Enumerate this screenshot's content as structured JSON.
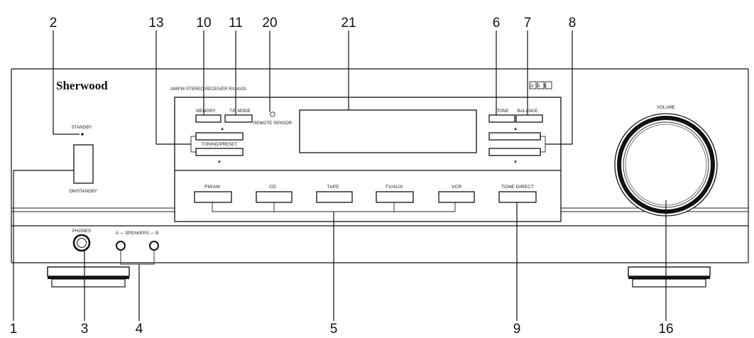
{
  "brand": "Sherwood",
  "model_text": "AM/FM STEREO RECEIVER RX-4103",
  "logo_letters": "DAS",
  "callouts": {
    "c1": "1",
    "c2": "2",
    "c3": "3",
    "c4": "4",
    "c5": "5",
    "c6": "6",
    "c7": "7",
    "c8": "8",
    "c9": "9",
    "c10": "10",
    "c11": "11",
    "c13": "13",
    "c16": "16",
    "c20": "20",
    "c21": "21"
  },
  "labels": {
    "standby": "STANDBY",
    "on_standby": "ON/STANDBY",
    "memory": "MEMORY",
    "tp_mode": "T/P MODE",
    "tuning_preset": "TUNING/PRESET",
    "remote_sensor": "REMOTE SENSOR",
    "tone": "TONE",
    "balance": "BALANCE",
    "volume": "VOLUME",
    "phones": "PHONES",
    "speakers": "A — SPEAKERS — B"
  },
  "input_buttons": [
    "FM/AM",
    "CD",
    "TAPE",
    "TV/AUX",
    "VCR"
  ],
  "tone_direct": "TONE DIRECT"
}
